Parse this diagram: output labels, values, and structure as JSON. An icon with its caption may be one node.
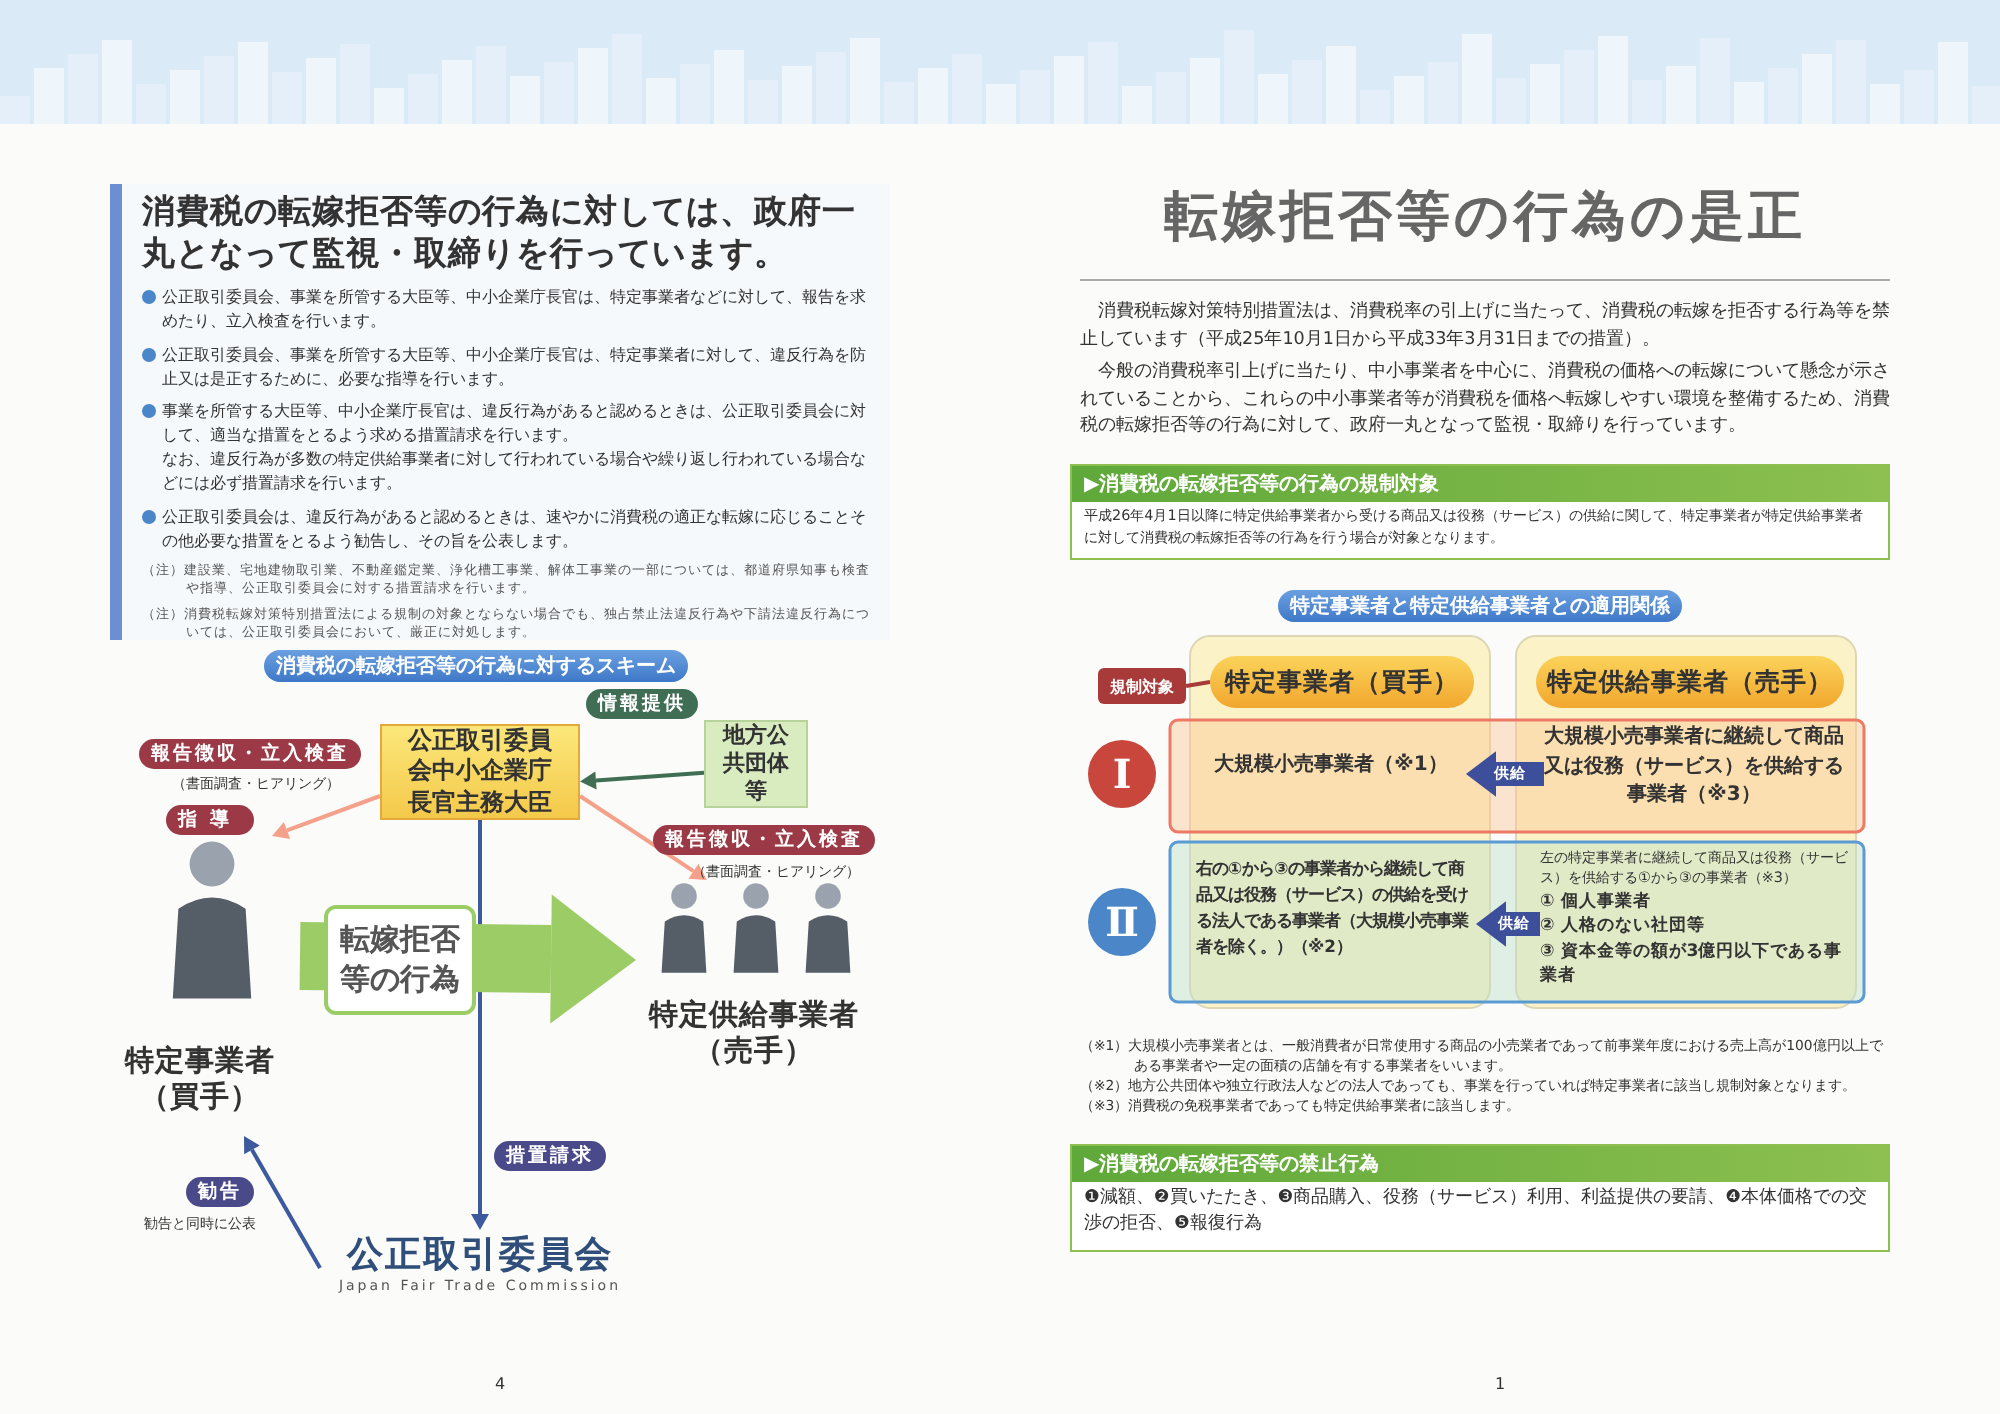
{
  "diagram": {
    "title": "転嫁拒否等の行為の是正",
    "nodes": [
      {
        "text": [
          "消費税の転嫁拒否等の行為に対しては、政府一丸となって監視・取締りを行っています。",
          "公正取引委員会、事業を所管する大臣等、中小企業庁長官は、特定事業者などに対して、報告を求めたり、立入検査を行います。",
          "公正取引委員会、事業を所管する大臣等、中小企業庁長官は、特定事業者に対して、違反行為を防止又は是正するために、必要な指導を行います。",
          "事業を所管する大臣等、中小企業庁長官は、違反行為があると認めるときは、公正取引委員会に対して、適当な措置をとるよう求める措置請求を行います。",
          "なお、違反行為が多数の特定供給事業者に対して行われている場合や繰り返し行われている場合などには必ず措置請求を行います。",
          "公正取引委員会は、違反行為があると認めるときは、速やかに消費税の適正な転嫁に応じることその他必要な措置をとるよう勧告し、その旨を公表します。",
          "（注）建設業、宅地建物取引業、不動産鑑定業、浄化槽工事業、解体工事業の一部については、都道府県知事も検査や指導、公正取引委員会に対する措置請求を行います。",
          "（注）消費税転嫁対策特別措置法による規制の対象とならない場合でも、独占禁止法違反行為や下請法違反行為については、公正取引委員会において、厳正に対処します。"
        ]
      },
      {
        "text": [
          "公正取引委員会中小企業庁長官主務大臣"
        ]
      },
      {
        "text": [
          "地方公共団体等"
        ]
      },
      {
        "text": [
          "特定事業者（買手）"
        ]
      },
      {
        "text": [
          "特定供給事業者（売手）"
        ]
      },
      {
        "text": [
          "公正取引委員会",
          "Japan Fair Trade Commission"
        ]
      },
      {
        "text": [
          "▶消費税の転嫁拒否等の行為の規制対象",
          "平成26年4月1日以降に特定供給事業者から受ける商品又は役務（サービス）の供給に関して、特定事業者が特定供給事業者に対して消費税の転嫁拒否等の行為を行う場合が対象となります。"
        ]
      },
      {
        "text": [
          "規制対象"
        ]
      },
      {
        "text": [
          "特定事業者（買手）"
        ]
      },
      {
        "text": [
          "特定供給事業者（売手）"
        ]
      },
      {
        "text": [
          "Ⅰ"
        ]
      },
      {
        "text": [
          "大規模小売事業者（※1）"
        ]
      },
      {
        "text": [
          "大規模小売事業者に継続して商品又は役務（サービス）を供給する事業者（※3）"
        ]
      },
      {
        "text": [
          "Ⅱ"
        ]
      },
      {
        "text": [
          "右の①から③の事業者から継続して商品又は役務（サービス）の供給を受ける法人である事業者（大規模小売事業者を除く。）（※2）"
        ]
      },
      {
        "text": [
          "左の特定事業者に継続して商品又は役務（サービス）を供給する①から③の事業者（※3）",
          "① 個人事業者",
          "② 人格のない社団等",
          "③ 資本金等の額が3億円以下である事業者"
        ]
      },
      {
        "text": [
          "▶消費税の転嫁拒否等の禁止行為",
          "❶減額、❷買いたたき、❸商品購入、役務（サービス）利用、利益提供の要請、❹本体価格での交渉の拒否、❺報復行為"
        ]
      }
    ],
    "edges": [
      {
        "from": 2,
        "to": 1,
        "arrow": "to",
        "label": "情報提供",
        "color": "#3f6e55"
      },
      {
        "from": 1,
        "to": 3,
        "arrow": "to",
        "label": "報告徴収・立入検査",
        "color": "#f4a08a"
      },
      {
        "from": 1,
        "to": 4,
        "arrow": "to",
        "label": "報告徴収・立入検査",
        "color": "#f4a08a"
      },
      {
        "from": 1,
        "to": 5,
        "arrow": "to",
        "label": "措置請求",
        "color": "#3d5a9e"
      },
      {
        "from": 5,
        "to": 3,
        "arrow": "to",
        "label": "勧告",
        "color": "#3d5a9e"
      },
      {
        "from": 3,
        "to": 4,
        "arrow": "to",
        "label": "転嫁拒否等の行為",
        "style": "thick",
        "color": "#9ccc65"
      },
      {
        "from": 7,
        "to": 8,
        "arrow": "none",
        "color": "#a83a3a"
      },
      {
        "from": 12,
        "to": 11,
        "arrow": "to",
        "label": "供給",
        "style": "thick",
        "color": "#3d4f9a"
      },
      {
        "from": 15,
        "to": 14,
        "arrow": "to",
        "label": "供給",
        "style": "thick",
        "color": "#3d4f9a"
      }
    ],
    "labels": [
      "消費税の転嫁拒否等の行為に対するスキーム",
      "（書面調査・ヒアリング）",
      "指導",
      "（書面調査・ヒアリング）",
      "勧告と同時に公表",
      "4",
      "消費税転嫁対策特別措置法は、消費税率の引上げに当たって、消費税の転嫁を拒否する行為等を禁止しています（平成25年10月1日から平成33年3月31日までの措置）。",
      "今般の消費税率引上げに当たり、中小事業者を中心に、消費税の価格への転嫁について懸念が示されていることから、これらの中小事業者等が消費税を価格へ転嫁しやすい環境を整備するため、消費税の転嫁拒否等の行為に対して、政府一丸となって監視・取締りを行っています。",
      "特定事業者と特定供給事業者との適用関係",
      "（※1）大規模小売事業者とは、一般消費者が日常使用する商品の小売業者であって前事業年度における売上高が100億円以上である事業者や一定の面積の店舗を有する事業者をいいます。",
      "（※2）地方公共団体や独立行政法人などの法人であっても、事業を行っていれば特定事業者に該当し規制対象となります。",
      "（※3）消費税の免税事業者であっても特定供給事業者に該当します。",
      "1"
    ]
  }
}
